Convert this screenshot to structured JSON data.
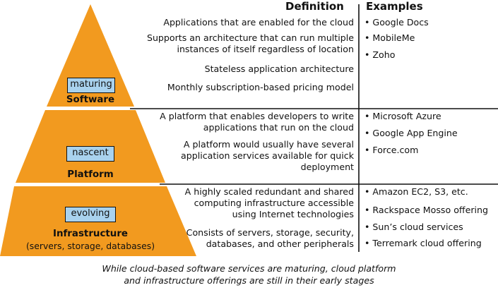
{
  "colors": {
    "pyramid_fill": "#f29a1f",
    "badge_fill": "#a9d2ee",
    "rules": "#111111"
  },
  "headers": {
    "definition": "Definition",
    "examples": "Examples"
  },
  "tiers": [
    {
      "name": "Software",
      "subtitle": "",
      "status": "maturing",
      "definitions": [
        "Applications that are enabled for the cloud",
        "Supports an architecture that can run multiple\ninstances of itself regardless of location",
        "Stateless application architecture",
        "Monthly subscription-based pricing model"
      ],
      "examples": [
        "• Google Docs",
        "• MobileMe",
        "• Zoho"
      ]
    },
    {
      "name": "Platform",
      "subtitle": "",
      "status": "nascent",
      "definitions": [
        "A platform that enables developers to write\napplications that run on the cloud",
        "A platform would usually have several\napplication services available for quick\ndeployment"
      ],
      "examples": [
        "• Microsoft Azure",
        "• Google App Engine",
        "• Force.com"
      ]
    },
    {
      "name": "Infrastructure",
      "subtitle": "(servers, storage, databases)",
      "status": "evolving",
      "definitions": [
        "A highly scaled redundant and shared\ncomputing infrastructure accessible\nusing Internet technologies",
        "Consists of servers, storage, security,\ndatabases, and other peripherals"
      ],
      "examples": [
        "• Amazon EC2, S3, etc.",
        "• Rackspace Mosso offering",
        "• Sun’s cloud services",
        "• Terremark cloud offering"
      ]
    }
  ],
  "caption": {
    "line1": "While cloud-based software services are maturing, cloud platform",
    "line2": "and infrastructure offerings are still in their early stages"
  }
}
